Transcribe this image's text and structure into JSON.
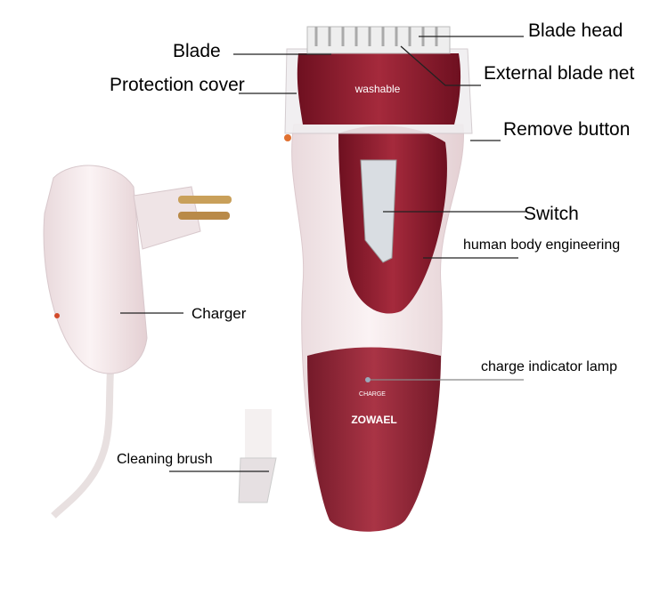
{
  "labels": {
    "blade_head": "Blade head",
    "blade": "Blade",
    "external_blade_net": "External blade net",
    "protection_cover": "Protection cover",
    "remove_button": "Remove button",
    "switch": "Switch",
    "human_body_engineering": "human body engineering",
    "charger": "Charger",
    "charge_indicator_lamp": "charge indicator lamp",
    "cleaning_brush": "Cleaning brush"
  },
  "product_text": {
    "washable": "washable",
    "charge": "CHARGE",
    "brand": "ZOWAEL"
  },
  "colors": {
    "body": "#f3e6e8",
    "accent": "#8e1c2c"
  }
}
